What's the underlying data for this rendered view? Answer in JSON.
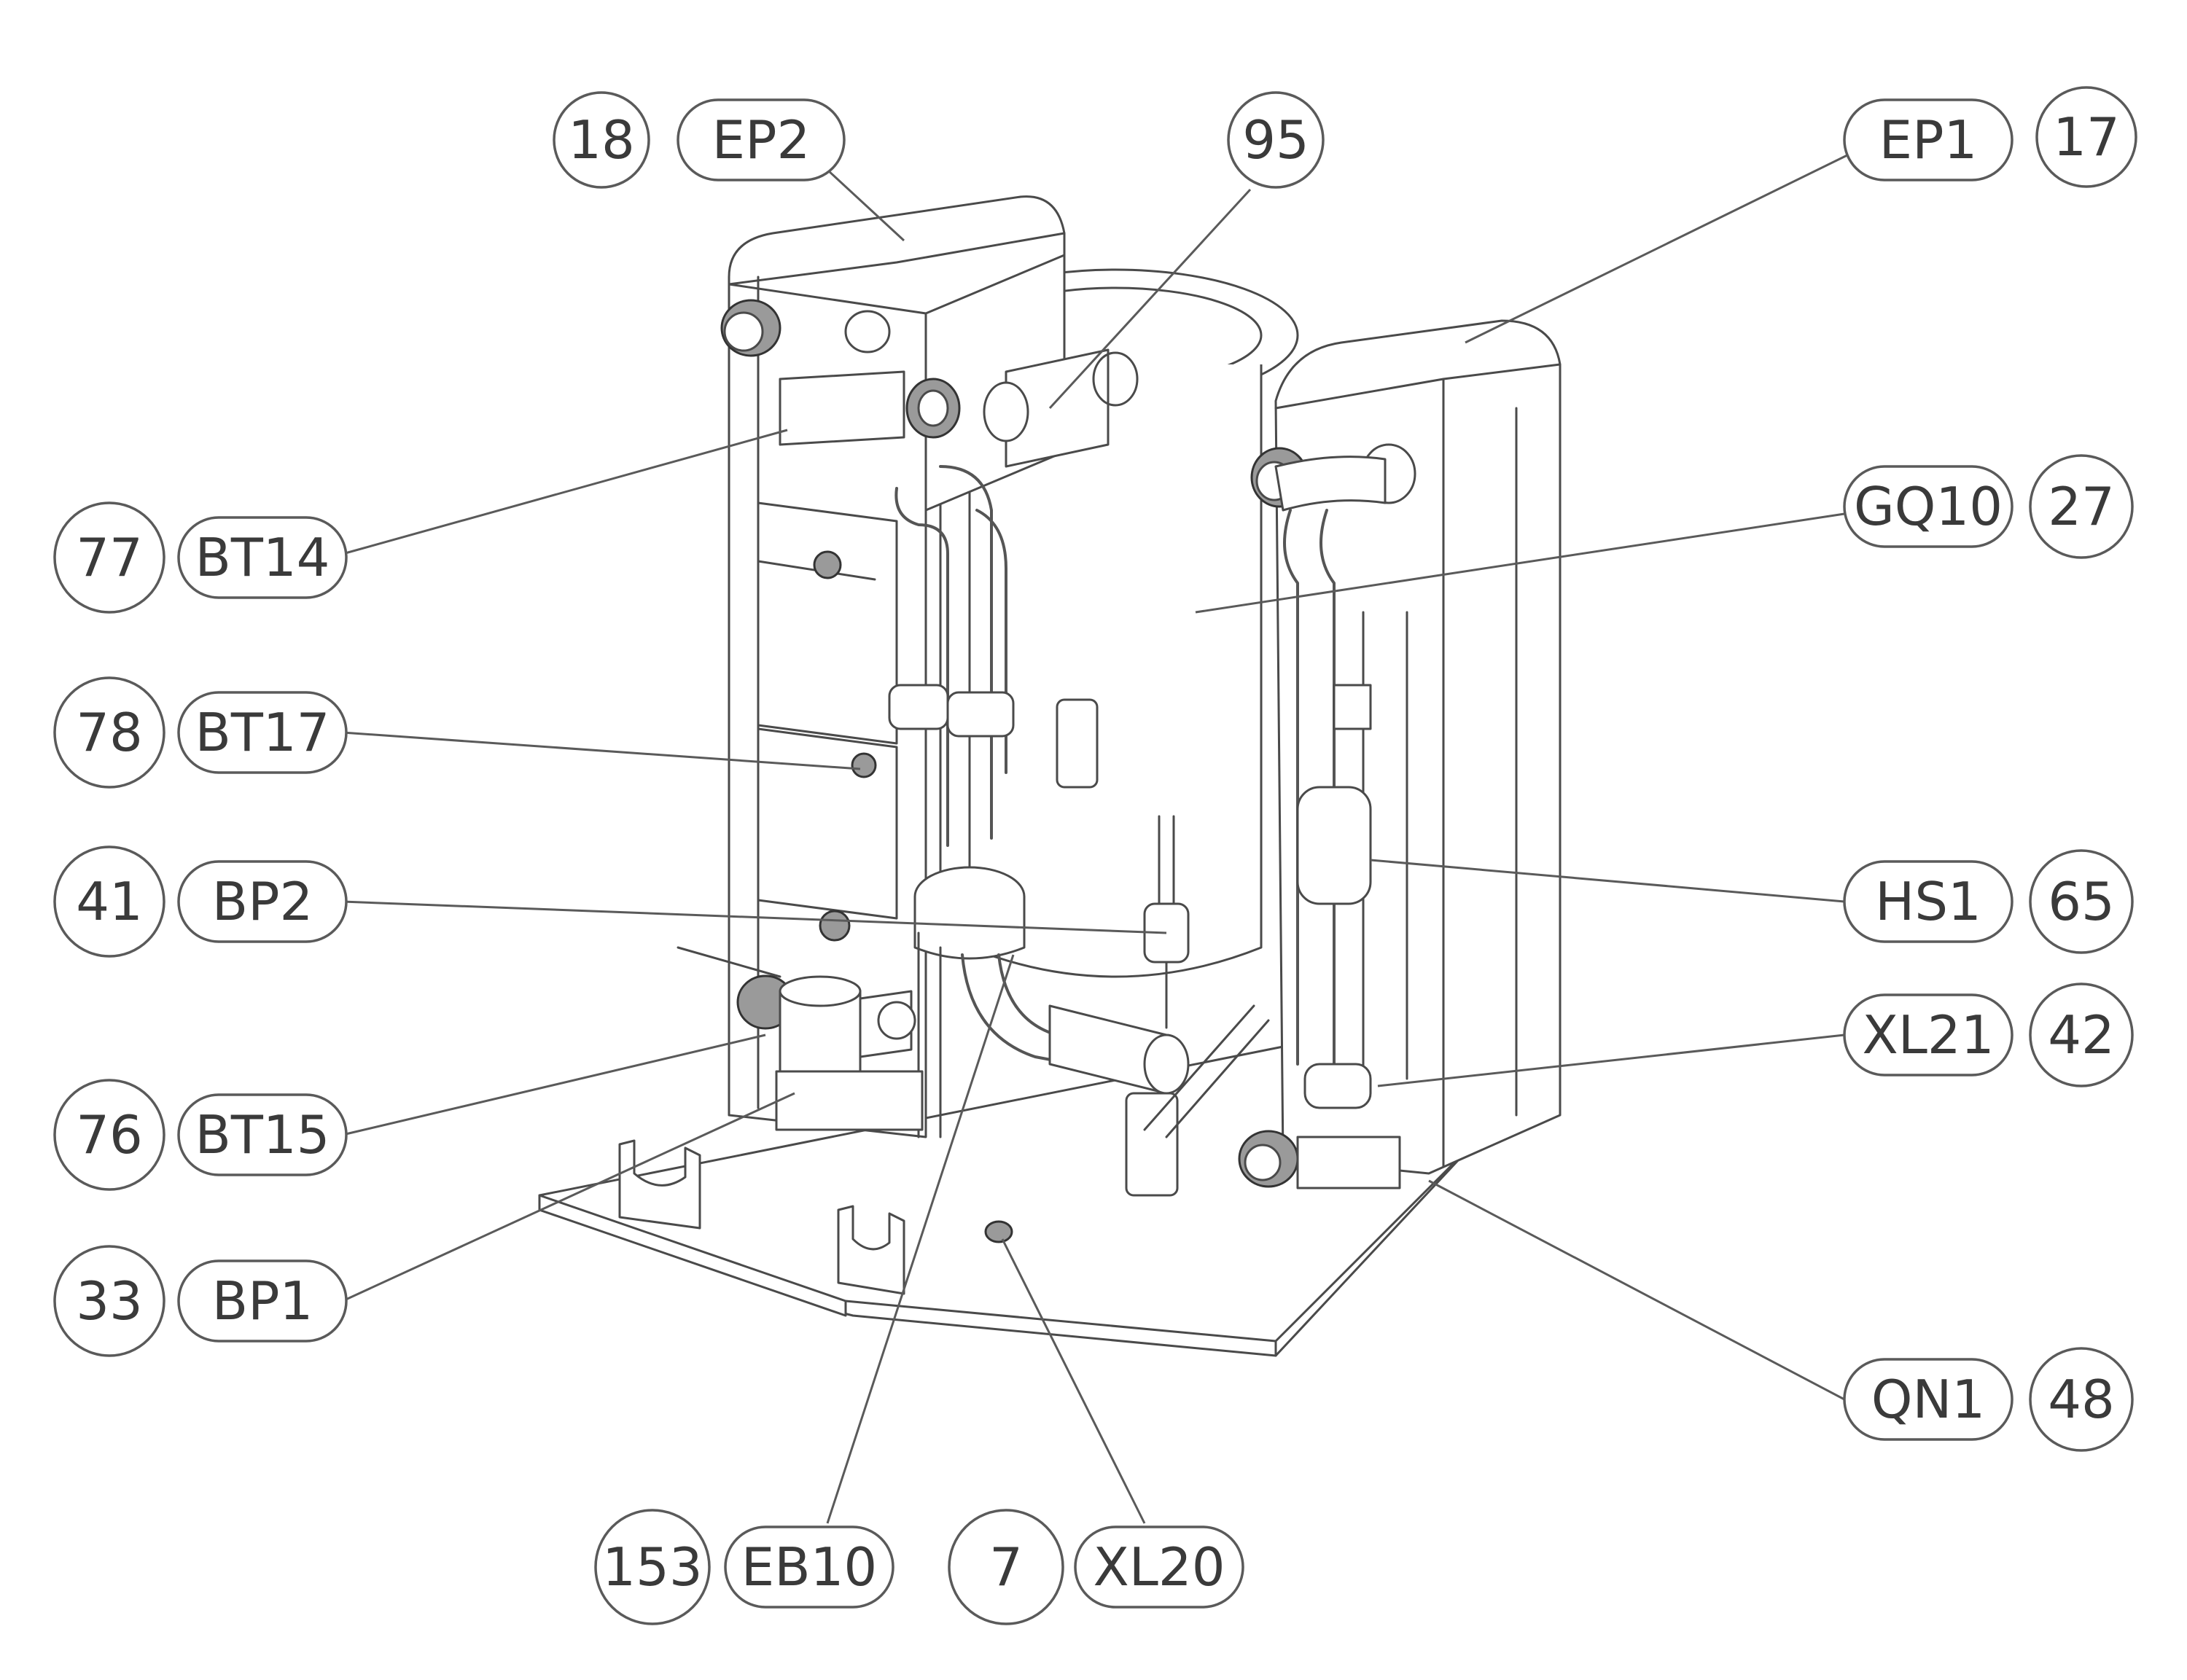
{
  "callouts": [
    {
      "id": "ep2",
      "number": "18",
      "code": "EP2"
    },
    {
      "id": "p95",
      "number": "95",
      "code": ""
    },
    {
      "id": "ep1",
      "number": "17",
      "code": "EP1"
    },
    {
      "id": "bt14",
      "number": "77",
      "code": "BT14"
    },
    {
      "id": "gq10",
      "number": "27",
      "code": "GQ10"
    },
    {
      "id": "bt17",
      "number": "78",
      "code": "BT17"
    },
    {
      "id": "bp2",
      "number": "41",
      "code": "BP2"
    },
    {
      "id": "hs1",
      "number": "65",
      "code": "HS1"
    },
    {
      "id": "xl21",
      "number": "42",
      "code": "XL21"
    },
    {
      "id": "bt15",
      "number": "76",
      "code": "BT15"
    },
    {
      "id": "bp1",
      "number": "33",
      "code": "BP1"
    },
    {
      "id": "qn1",
      "number": "48",
      "code": "QN1"
    },
    {
      "id": "eb10",
      "number": "153",
      "code": "EB10"
    },
    {
      "id": "xl20",
      "number": "7",
      "code": "XL20"
    }
  ]
}
